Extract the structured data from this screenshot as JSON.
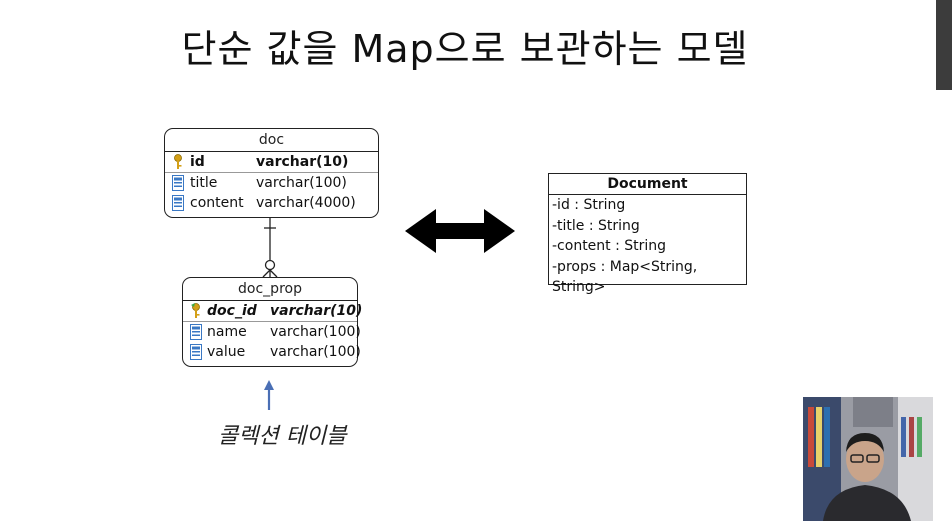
{
  "slide": {
    "title": "단순 값을 Map으로 보관하는 모델"
  },
  "erd": {
    "doc_table": {
      "name": "doc",
      "columns": [
        {
          "name": "id",
          "type": "varchar(10)",
          "key": "primary"
        },
        {
          "name": "title",
          "type": "varchar(100)",
          "key": "none"
        },
        {
          "name": "content",
          "type": "varchar(4000)",
          "key": "none"
        }
      ]
    },
    "doc_prop_table": {
      "name": "doc_prop",
      "columns": [
        {
          "name": "doc_id",
          "type": "varchar(10)",
          "key": "foreign-primary"
        },
        {
          "name": "name",
          "type": "varchar(100)",
          "key": "none"
        },
        {
          "name": "value",
          "type": "varchar(100)",
          "key": "none"
        }
      ]
    },
    "caption": "콜렉션 테이블"
  },
  "class_diagram": {
    "name": "Document",
    "attributes": [
      "-id : String",
      "-title : String",
      "-content : String",
      "-props : Map<String, String>"
    ]
  },
  "icons": {
    "primary_key": "key-icon",
    "foreign_primary_key": "key-green-icon",
    "column": "column-icon"
  },
  "colors": {
    "key": "#d4a017",
    "column_icon": "#3a78c4",
    "caption_arrow": "#4a6fb5",
    "scrollbar": "#3c3c3c"
  }
}
